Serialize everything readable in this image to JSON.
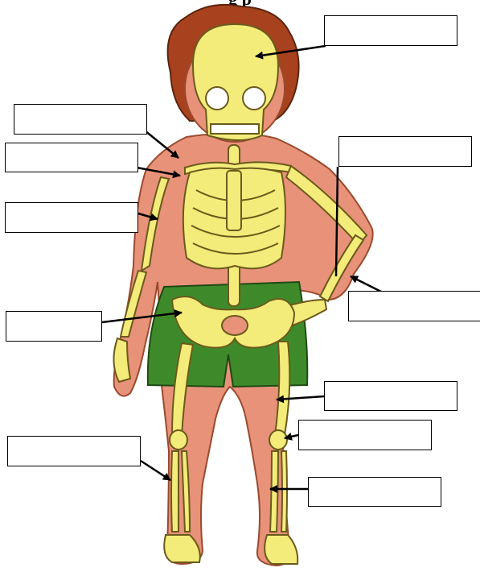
{
  "worksheet": {
    "title_fragment": "g          p",
    "colors": {
      "hair": "#a8421e",
      "skin": "#e8927a",
      "bone": "#f3ec7a",
      "bone_outline": "#6b5a1c",
      "shorts": "#3e8a2a",
      "arrow": "#000000",
      "box_border": "#000000"
    },
    "labels": [
      {
        "id": "skull-label",
        "text": ""
      },
      {
        "id": "collarbone-label",
        "text": ""
      },
      {
        "id": "shoulder-blade-label",
        "text": ""
      },
      {
        "id": "ribs-label",
        "text": ""
      },
      {
        "id": "humerus-label",
        "text": ""
      },
      {
        "id": "forearm-label",
        "text": ""
      },
      {
        "id": "pelvis-label",
        "text": ""
      },
      {
        "id": "femur-label",
        "text": ""
      },
      {
        "id": "kneecap-label",
        "text": ""
      },
      {
        "id": "fibula-label",
        "text": ""
      },
      {
        "id": "tibia-label",
        "text": ""
      }
    ]
  }
}
